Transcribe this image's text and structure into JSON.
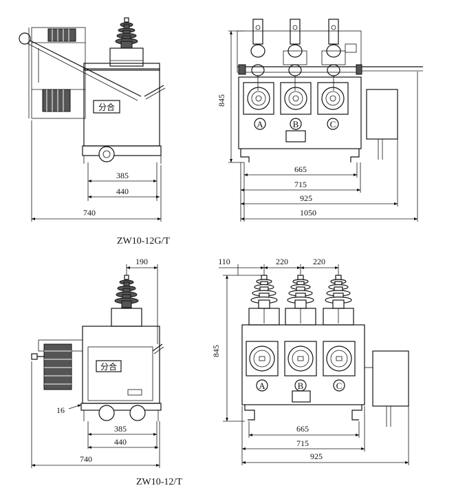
{
  "drawing_top": {
    "title": "ZW10-12G/T",
    "side_view": {
      "panel_label": "分合",
      "dims": {
        "d385": "385",
        "d440": "440",
        "d740": "740"
      }
    },
    "front_view": {
      "phase_labels": [
        "A",
        "B",
        "C"
      ],
      "dims": {
        "h845": "845",
        "d665": "665",
        "d715": "715",
        "d925": "925",
        "d1050": "1050"
      }
    }
  },
  "drawing_bottom": {
    "title": "ZW10-12/T",
    "side_view": {
      "panel_label": "分合",
      "dims": {
        "d190": "190",
        "d16": "16",
        "d385": "385",
        "d440": "440",
        "d740": "740"
      }
    },
    "front_view": {
      "phase_labels": [
        "A",
        "B",
        "C"
      ],
      "dims": {
        "d110": "110",
        "d220a": "220",
        "d220b": "220",
        "h845": "845",
        "d665": "665",
        "d715": "715",
        "d925": "925"
      }
    }
  }
}
